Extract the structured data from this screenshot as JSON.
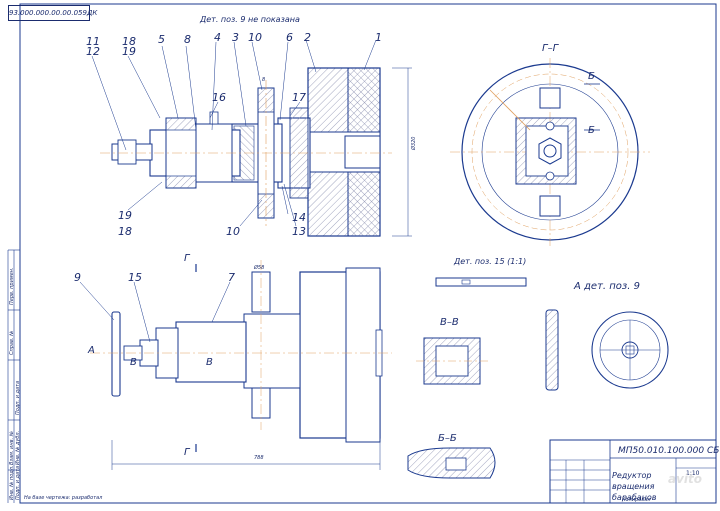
{
  "document": {
    "stamp_code": "93.000.000.00.00.059ДК",
    "part_no": "МП50.010.100.000 СБ",
    "name_line1": "Редуктор вращения",
    "name_line2": "барабанов",
    "scale": "1:10",
    "format": "Копировал",
    "watermark": "avito",
    "left_strip_1": "Перв. примен.",
    "left_strip_2": "Справ. №",
    "left_strip_3": "Подп. и дата",
    "left_strip_4": "Инв. № дубл.",
    "left_strip_5": "Взам. инв. №",
    "left_strip_6": "Подп. и дата",
    "left_strip_7": "Инв. № подл.",
    "bottom_note": "На базе чертежа: разработал"
  },
  "notes": {
    "top_note": "Дет. поз. 9 не показана",
    "mid_note": "Дет. поз. 15 (1:1)",
    "view_a": "А дет. поз. 9"
  },
  "sections": {
    "gg": "Г–Г",
    "vv": "В–В",
    "bb": "Б–Б",
    "b_mark": "Б",
    "g_mark": "Г",
    "v_mark": "В",
    "a_mark": "А"
  },
  "dimensions": {
    "d_top": "Ø320",
    "d_width": "Ø58",
    "length": "788",
    "small": "8"
  },
  "callouts_top": [
    {
      "id": "c1",
      "text": "1"
    },
    {
      "id": "c2",
      "text": "2"
    },
    {
      "id": "c3",
      "text": "3"
    },
    {
      "id": "c4",
      "text": "4"
    },
    {
      "id": "c5",
      "text": "5"
    },
    {
      "id": "c6",
      "text": "6"
    },
    {
      "id": "c8",
      "text": "8"
    },
    {
      "id": "c10",
      "text": "10"
    },
    {
      "id": "c11",
      "text": "11"
    },
    {
      "id": "c12",
      "text": "12"
    },
    {
      "id": "c13",
      "text": "13"
    },
    {
      "id": "c14",
      "text": "14"
    },
    {
      "id": "c16",
      "text": "16"
    },
    {
      "id": "c17",
      "text": "17"
    },
    {
      "id": "c18a",
      "text": "18"
    },
    {
      "id": "c19a",
      "text": "19"
    },
    {
      "id": "c19b",
      "text": "19"
    },
    {
      "id": "c18b",
      "text": "18"
    },
    {
      "id": "c10b",
      "text": "10"
    }
  ],
  "callouts_bottom": [
    {
      "id": "c9",
      "text": "9"
    },
    {
      "id": "c15",
      "text": "15"
    },
    {
      "id": "c7",
      "text": "7"
    }
  ],
  "colors": {
    "line": "#1b3a8f",
    "hatch": "#8a8fb0",
    "orange": "#e0a060",
    "text": "#1b2c6e"
  }
}
